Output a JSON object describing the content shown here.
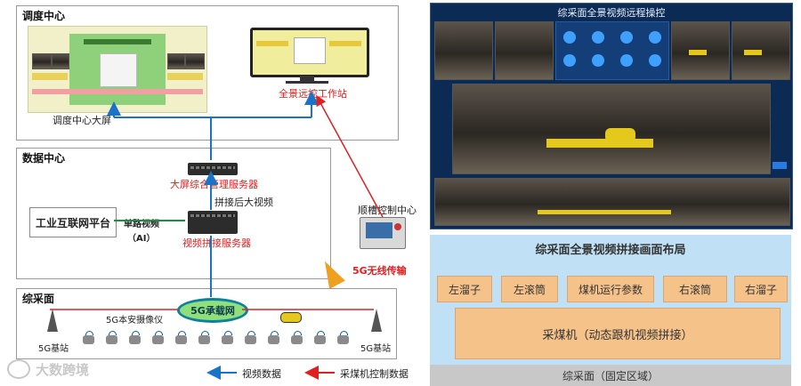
{
  "diagram": {
    "dispatch_center": {
      "title": "调度中心",
      "big_screen_label": "调度中心大屏",
      "workstation_label": "全景远控工作站"
    },
    "data_center": {
      "title": "数据中心",
      "server1_label": "大屏综合管理服务器",
      "stitched_video_label": "拼接后大视频",
      "server2_label": "视频拼接服务器",
      "platform_label": "工业互联网平台",
      "single_video_label": "单路视频",
      "ai_label": "（AI）"
    },
    "control_center_label": "顺槽控制中心",
    "wireless_label": "5G无线传输",
    "mining_face": {
      "title": "综采面",
      "network_label": "5G承载网",
      "camera_label": "5G本安摄像仪",
      "base_station_left": "5G基站",
      "base_station_right": "5G基站"
    },
    "legend": {
      "video_label": "视频数据",
      "control_label": "采煤机控制数据"
    },
    "watermark": "大数跨境"
  },
  "screenshot": {
    "title": "综采面全景视频远程操控"
  },
  "layout_panel": {
    "title": "综采面全景视频拼接画面布局",
    "cells": {
      "left_chute": "左溜子",
      "left_drum": "左滚筒",
      "params": "煤机运行参数",
      "right_drum": "右滚筒",
      "right_chute": "右溜子"
    },
    "shearer": "采煤机（动态跟机视频拼接）",
    "fixed_area": "综采面（固定区域）"
  },
  "colors": {
    "video_arrow": "#1a73c9",
    "control_arrow": "#e02020",
    "network_ellipse": "#0e7fa0",
    "layout_bg": "#bfe0f5",
    "layout_cell": "#f5c28a",
    "dark_panel": "#0b2b55"
  }
}
